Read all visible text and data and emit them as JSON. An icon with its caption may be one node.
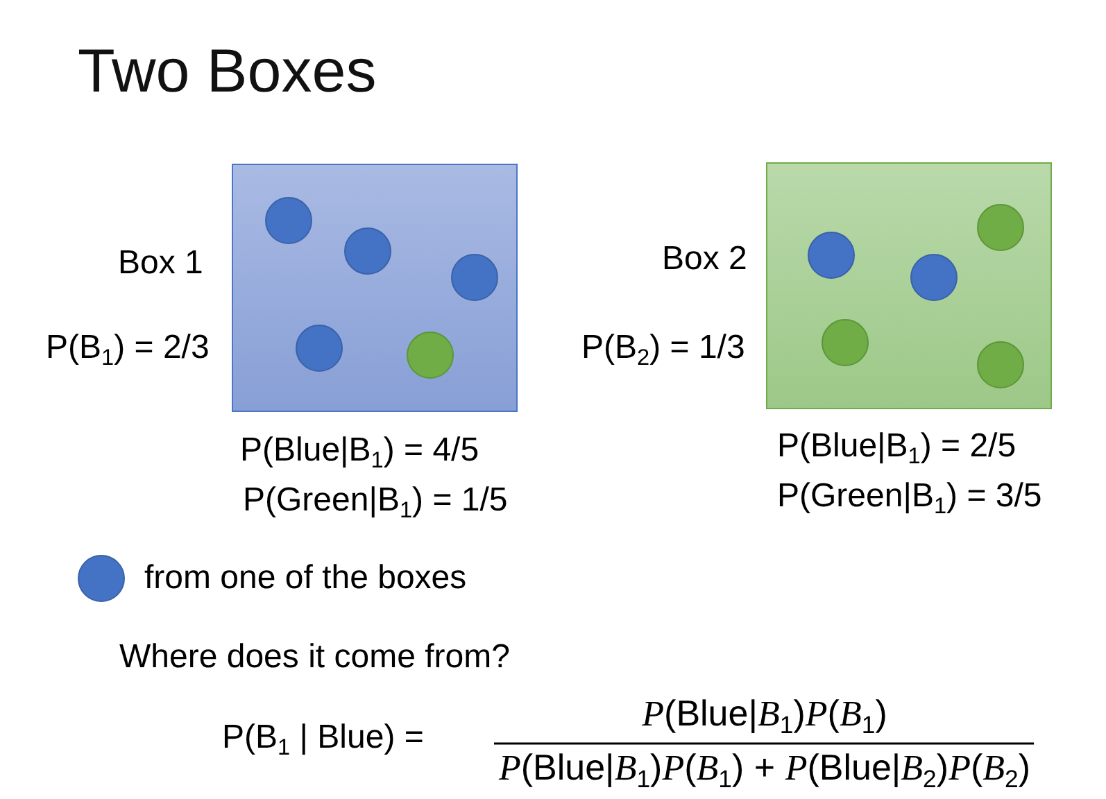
{
  "diagram": {
    "title": "Two Boxes",
    "nodes": [
      {
        "text": [
          "Box 1"
        ],
        "beside": [
          "P(B$_{1}$) = 2/3",
          "P(Blue|B$_{1}$) = 4/5",
          "P(Green|B$_{1}$) = 1/5"
        ]
      },
      {
        "text": [
          "Box 2"
        ],
        "beside": [
          "P(B$_{2}$) = 1/3",
          "P(Blue|B$_{1}$) = 2/5",
          "P(Green|B$_{1}$) = 3/5"
        ]
      }
    ],
    "labels": [
      "from one of the boxes",
      "Where does it come from?",
      "P(B$_{1}$ | Blue) =",
      "*P*(Blue|*B*$_{1}$)*P*(*B*$_{1}$)",
      "*P*(Blue|*B*$_{1}$)*P*(*B*$_{1}$) + *P*(Blue|*B*$_{2}$)*P*(*B*$_{2}$)"
    ]
  }
}
